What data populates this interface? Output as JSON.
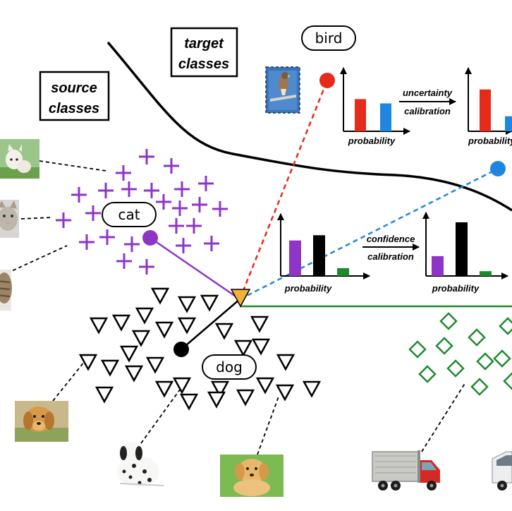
{
  "labels": {
    "source_classes_line1": "source",
    "source_classes_line2": "classes",
    "target_classes_line1": "target",
    "target_classes_line2": "classes",
    "bird": "bird",
    "cat": "cat",
    "dog": "dog",
    "probability": "probability",
    "uncertainty_line1": "uncertainty",
    "uncertainty_line2": "calibration",
    "confidence_line1": "confidence",
    "confidence_line2": "calibration"
  },
  "colors": {
    "cat": "#8e35c8",
    "dog": "#000000",
    "bird_red": "#e52b1a",
    "blue": "#1f86e0",
    "green": "#1e8a2e",
    "query_fill": "#f2b13b"
  },
  "bar_charts": {
    "top_before": {
      "values": [
        0.6,
        0.52
      ],
      "colors": [
        "bird_red",
        "blue"
      ]
    },
    "top_after": {
      "values": [
        0.78,
        0.28
      ],
      "colors": [
        "bird_red",
        "blue"
      ]
    },
    "mid_before": {
      "values": [
        0.68,
        0.78,
        0.15
      ],
      "colors": [
        "cat",
        "dog",
        "green"
      ]
    },
    "mid_after": {
      "values": [
        0.37,
        1.0,
        0.09
      ],
      "colors": [
        "cat",
        "dog",
        "green"
      ]
    }
  },
  "icons": {
    "kitten_grass": "kitten-photo-icon",
    "kitten_face": "kitten-face-photo-icon",
    "tabby_cat": "tabby-cat-photo-icon",
    "bird_photo": "hawk-photo-icon",
    "golden_retriever": "golden-retriever-photo-icon",
    "dalmatian": "dalmatian-photo-icon",
    "puppy": "puppy-photo-icon",
    "red_truck": "red-truck-photo-icon",
    "white_truck": "white-truck-photo-icon"
  }
}
